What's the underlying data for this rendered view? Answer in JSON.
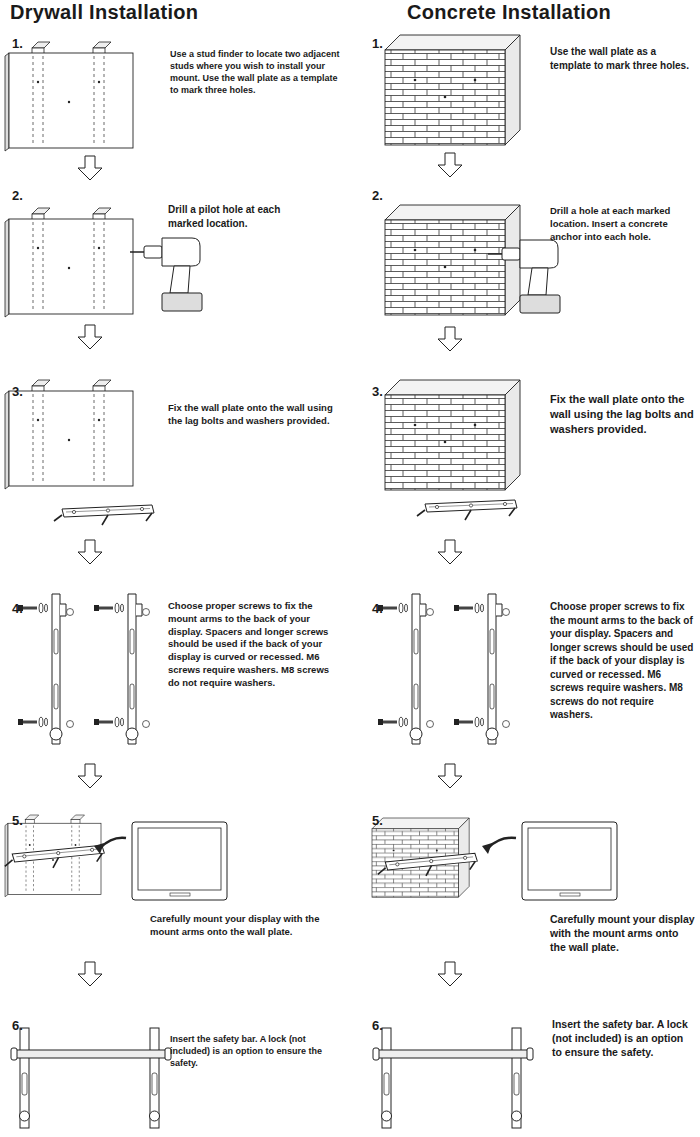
{
  "diagram": {
    "labels": [
      "Drywall Installation",
      "Concrete Installation",
      "1.",
      "Use a stud finder to locate two adjacent studs where you wish to install your mount. Use the wall plate as a template to mark three holes.",
      "1.",
      "Use the wall plate as a template to mark three holes.",
      "2.",
      "Drill a pilot hole at each marked location.",
      "2.",
      "Drill a hole at each marked location. Insert a concrete anchor into each hole.",
      "3.",
      "Fix the wall plate onto the wall using the lag bolts and washers provided.",
      "3.",
      "Fix the wall plate onto the wall using the lag bolts and washers provided.",
      "4.",
      "Choose proper screws to fix the mount arms to the back of your display. Spacers and longer screws should be used if the back of your display is curved or recessed. M6 screws require washers. M8 screws do not require washers.",
      "4.",
      "Choose proper screws to fix the mount arms to the back of your display. Spacers and longer screws should be used if the back of your display is curved or recessed. M6 screws require washers. M8 screws do not require washers.",
      "5.",
      "Carefully mount your display with the mount arms onto the wall plate.",
      "5.",
      "Carefully mount your display with the mount arms onto the wall plate.",
      "6.",
      "Insert the safety bar. A lock (not included) is an option to ensure the safety.",
      "6.",
      "Insert the safety bar. A lock (not included) is an option to ensure the safety."
    ]
  }
}
